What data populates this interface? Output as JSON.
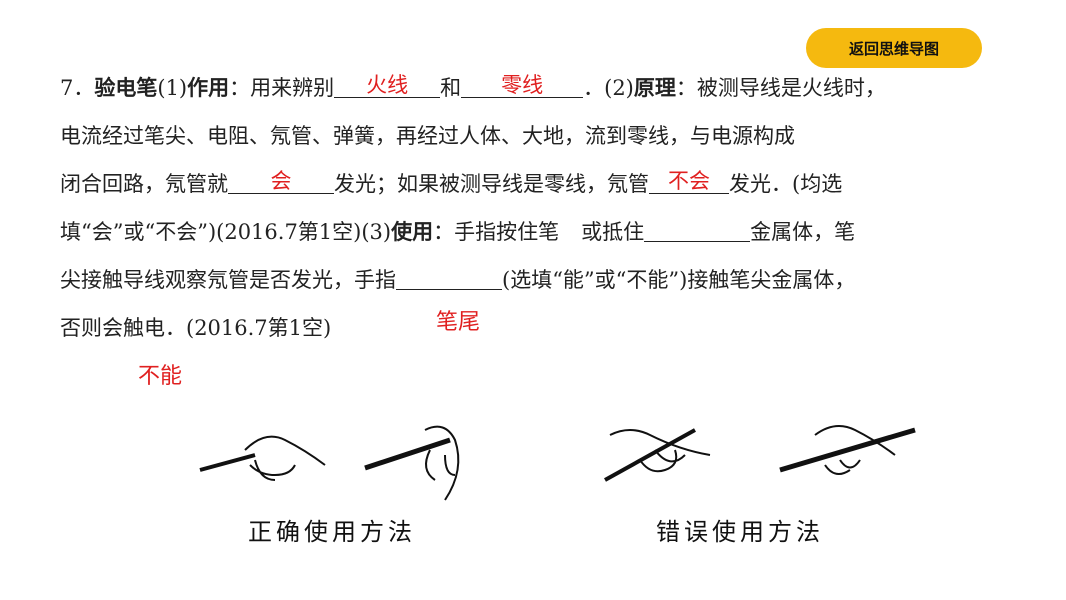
{
  "question": {
    "line1": {
      "a": "7．",
      "b": "验电笔",
      "c": "(1)",
      "d": "作用",
      "e": "：用来辨别",
      "f": "和",
      "g": "．(2)",
      "h": "原理",
      "i": "：被测导线是火线时，"
    },
    "line2": "电流经过笔尖、电阻、氖管、弹簧，再经过人体、大地，流到零线，与电源构成",
    "line3": {
      "a": "闭合回路，氖管就",
      "b": "发光；如果被测导线是零线，氖管",
      "c": "发光．(均选"
    },
    "line4": {
      "a": "填“会”或“不会”)(2016.7第1空)(3)",
      "b": "使用",
      "c": "：手指按住笔",
      "d": "或抵住",
      "e": "金属体，笔"
    },
    "line5": {
      "a": "尖接触导线观察氖管是否发光，手指",
      "b": "(选填“能”或“不能”)接触笔尖金属体，"
    },
    "line6": "否则会触电．(2016.7第1空)"
  },
  "answers": {
    "a1": "火线",
    "a2": "零线",
    "a3": "会",
    "a4": "不会",
    "a5": "笔尾",
    "a6": "不能"
  },
  "back_button": "返回思维导图",
  "figures": {
    "correct_caption": "正确使用方法",
    "wrong_caption": "错误使用方法"
  },
  "colors": {
    "answer": "#e02020",
    "button": "#f5b90f"
  }
}
